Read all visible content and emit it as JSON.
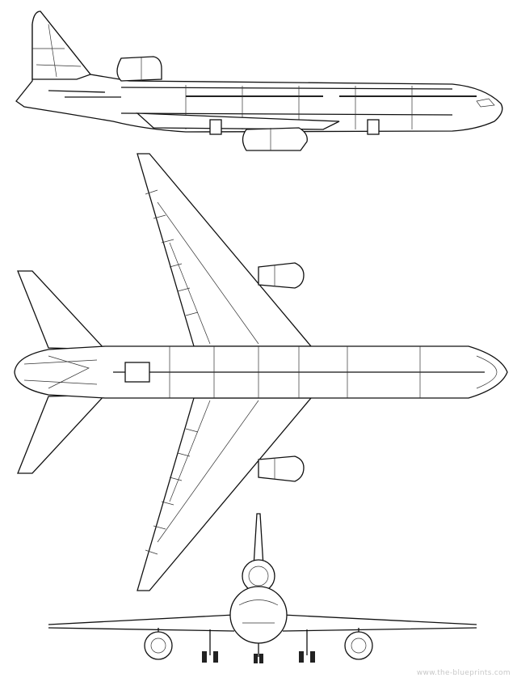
{
  "drawing": {
    "views": [
      "side-view",
      "top-view",
      "front-view"
    ],
    "line_color": "#111111",
    "background": "#ffffff"
  },
  "watermark": {
    "text": "www.the-blueprints.com",
    "color": "#c8c8c8"
  }
}
